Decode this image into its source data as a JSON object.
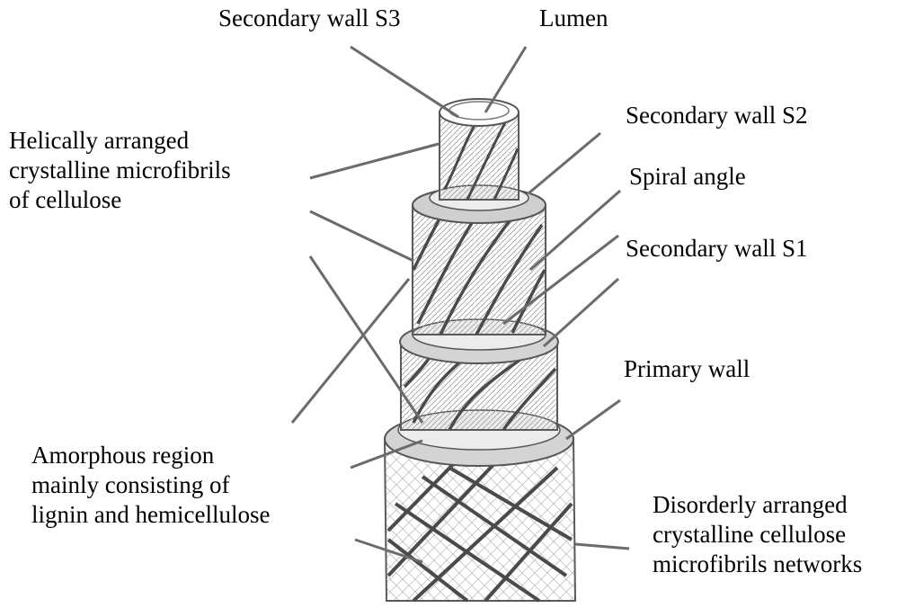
{
  "colors": {
    "line": "#6b6b6b",
    "fibre": "#4a4a4a",
    "band": "#cfcfcf",
    "text": "#000000",
    "background": "#ffffff"
  },
  "labels": {
    "secondary_wall_s3": "Secondary wall S3",
    "lumen": "Lumen",
    "secondary_wall_s2": "Secondary wall S2",
    "spiral_angle": "Spiral angle",
    "secondary_wall_s1": "Secondary wall S1",
    "primary_wall": "Primary wall",
    "helical": [
      "Helically arranged",
      "crystalline microfibrils",
      "of cellulose"
    ],
    "amorphous": [
      "Amorphous region",
      "mainly consisting of",
      "lignin and hemicellulose"
    ],
    "disorderly": [
      "Disorderly arranged",
      "crystalline cellulose",
      "microfibrils networks"
    ]
  }
}
